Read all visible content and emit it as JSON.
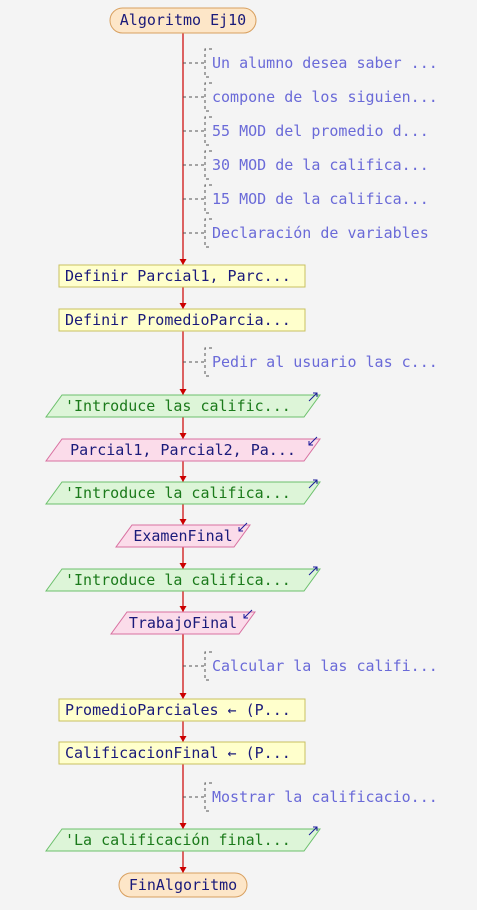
{
  "diagram": {
    "start_label": "Algoritmo Ej10",
    "end_label": "FinAlgoritmo",
    "steps": [
      {
        "type": "comment",
        "text": "Un alumno desea saber ..."
      },
      {
        "type": "comment",
        "text": "compone de los siguien..."
      },
      {
        "type": "comment",
        "text": "55 MOD  del promedio d..."
      },
      {
        "type": "comment",
        "text": "30 MOD  de la califica..."
      },
      {
        "type": "comment",
        "text": "15 MOD  de la califica..."
      },
      {
        "type": "comment",
        "text": "Declaración de variables"
      },
      {
        "type": "process",
        "text": "Definir Parcial1, Parc..."
      },
      {
        "type": "process",
        "text": "Definir PromedioParcia..."
      },
      {
        "type": "comment",
        "text": "Pedir al usuario las c..."
      },
      {
        "type": "output",
        "text": "'Introduce las calific..."
      },
      {
        "type": "input",
        "text": "Parcial1, Parcial2, Pa..."
      },
      {
        "type": "output",
        "text": "'Introduce la califica..."
      },
      {
        "type": "input",
        "text": "ExamenFinal"
      },
      {
        "type": "output",
        "text": "'Introduce la califica..."
      },
      {
        "type": "input",
        "text": "TrabajoFinal"
      },
      {
        "type": "comment",
        "text": "Calcular la las califi..."
      },
      {
        "type": "process",
        "text": "PromedioParciales ← (P..."
      },
      {
        "type": "process",
        "text": "CalificacionFinal ← (P..."
      },
      {
        "type": "comment",
        "text": "Mostrar la calificacio..."
      },
      {
        "type": "output",
        "text": "'La calificación final..."
      }
    ]
  },
  "colors": {
    "background": "#f4f4f4",
    "flow_line": "#cc0000",
    "terminal_fill": "#fde6c8",
    "terminal_stroke": "#d8a060",
    "terminal_text": "#1a1a7a",
    "process_fill": "#ffffcc",
    "process_stroke": "#c8c060",
    "process_text": "#1a1a7a",
    "output_fill": "#ddf5d8",
    "output_stroke": "#6cc06c",
    "output_text": "#1b7a1b",
    "input_fill": "#fbdcea",
    "input_stroke": "#d870a0",
    "input_text": "#1a1a7a",
    "comment_text": "#6a6ad8",
    "comment_line": "#555555",
    "io_arrow": "#1a1a9a"
  }
}
